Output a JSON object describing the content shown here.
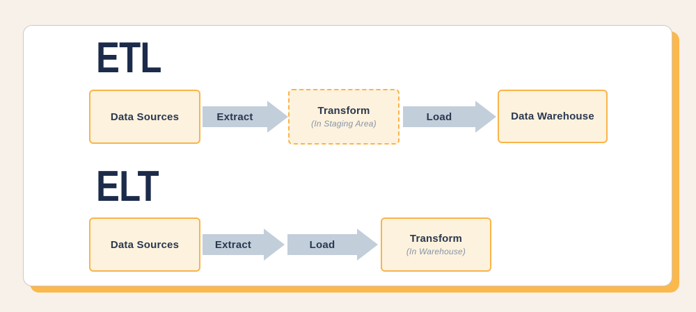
{
  "colors": {
    "page_background": "#F8F1EA",
    "card_background": "#FFFFFF",
    "card_border": "#CBC9C6",
    "card_shadow_orange": "#FBB84C",
    "node_fill": "#FDF2DD",
    "node_border_orange": "#F9B44A",
    "heading_navy": "#1C2B4A",
    "node_text_navy": "#2A3850",
    "note_text_slate": "#8593A9",
    "arrow_fill_bluegray": "#C2CEDA"
  },
  "etl": {
    "title": "ETL",
    "source_label": "Data Sources",
    "extract_label": "Extract",
    "transform_label": "Transform",
    "transform_note": "(In Staging Area)",
    "load_label": "Load",
    "warehouse_label": "Data Warehouse"
  },
  "elt": {
    "title": "ELT",
    "source_label": "Data Sources",
    "extract_label": "Extract",
    "load_label": "Load",
    "transform_label": "Transform",
    "transform_note": "(In Warehouse)"
  }
}
